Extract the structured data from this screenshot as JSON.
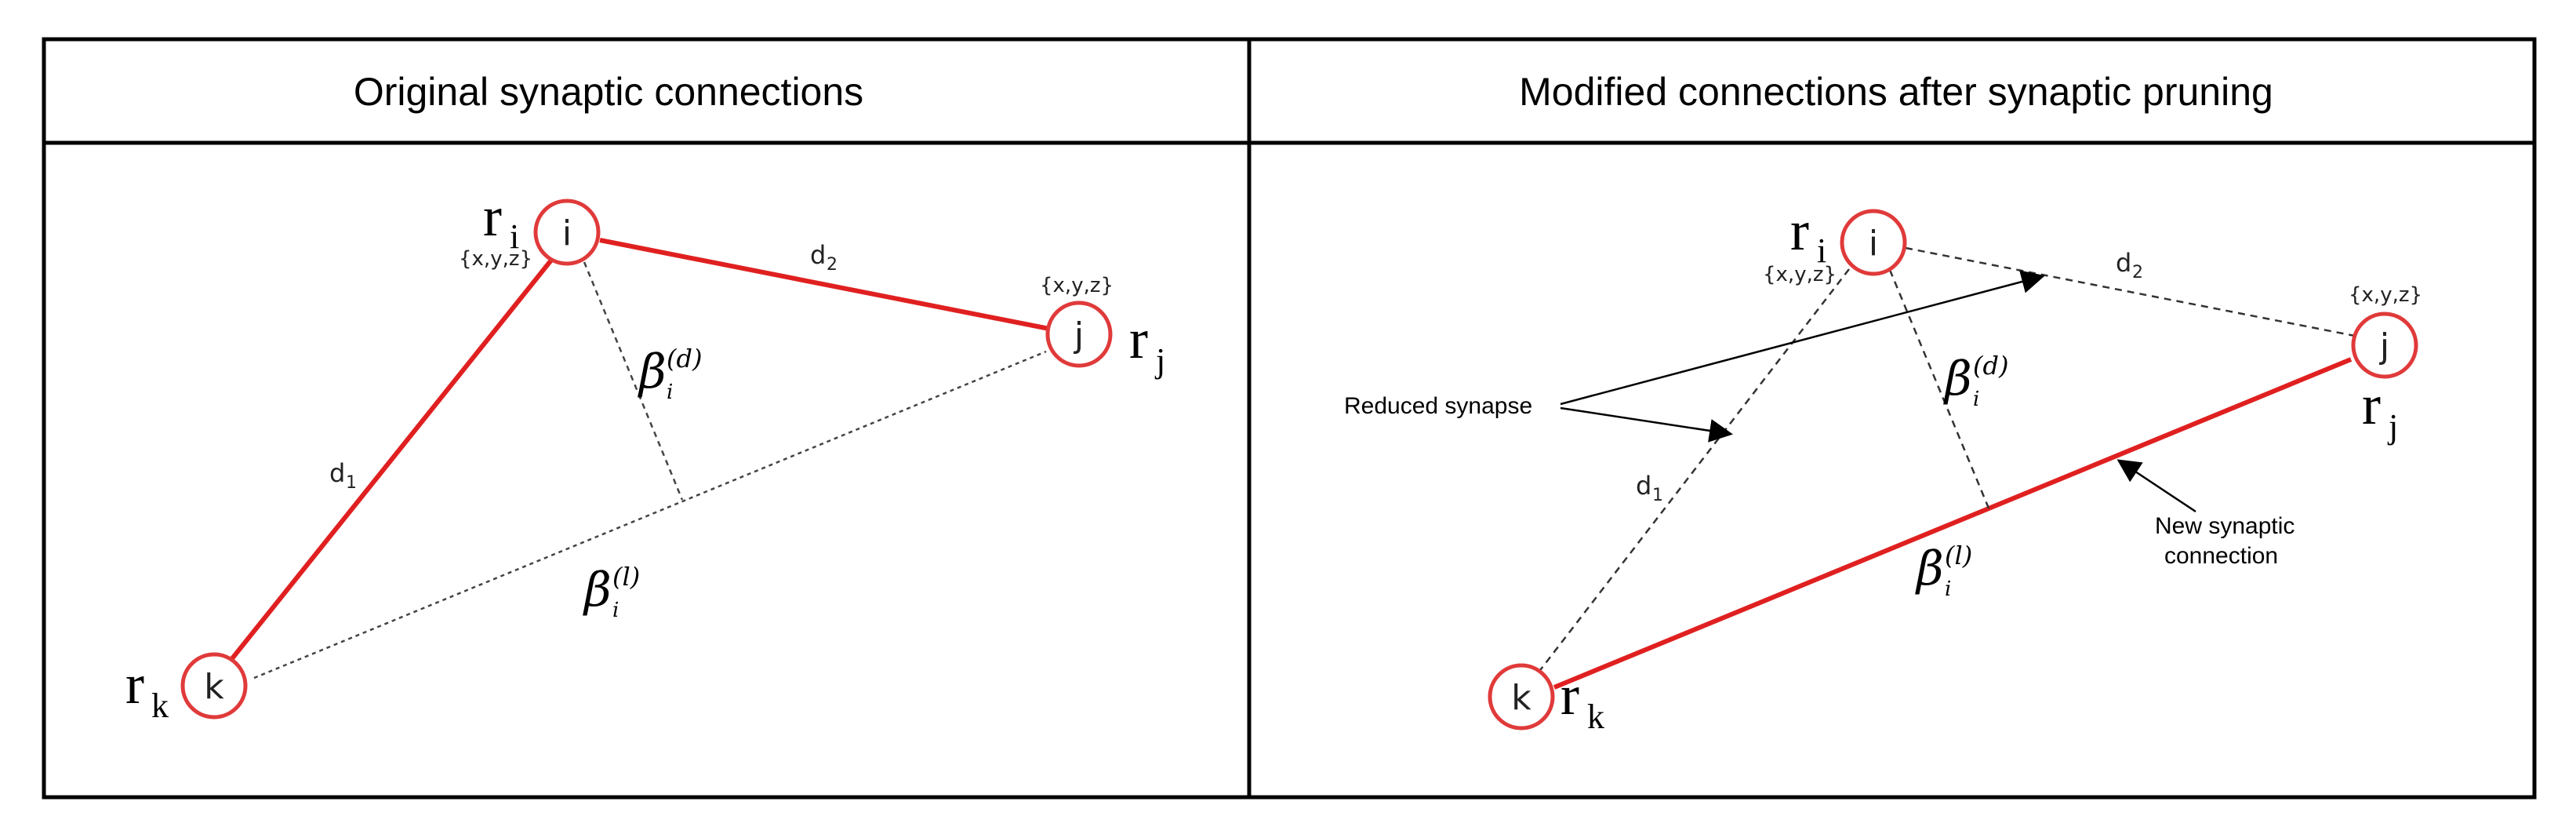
{
  "headers": {
    "left": "Original synaptic connections",
    "right": "Modified connections after synaptic pruning"
  },
  "nodes": {
    "i": "i",
    "j": "j",
    "k": "k"
  },
  "position_labels": {
    "r": "r",
    "sub_i": "i",
    "sub_j": "j",
    "sub_k": "k",
    "coord": "{x,y,z}"
  },
  "distances": {
    "d": "d",
    "sub1": "1",
    "sub2": "2"
  },
  "beta": {
    "symbol": "β",
    "sub": "i",
    "sup_d": "(d)",
    "sup_l": "(l)"
  },
  "annotations": {
    "reduced_synapse": "Reduced synapse",
    "new_connection_line1": "New synaptic",
    "new_connection_line2": "connection"
  },
  "colors": {
    "node_stroke": "#e03a3a",
    "active_edge": "#e02020",
    "pruned_edge": "#333333",
    "border": "#000000"
  }
}
